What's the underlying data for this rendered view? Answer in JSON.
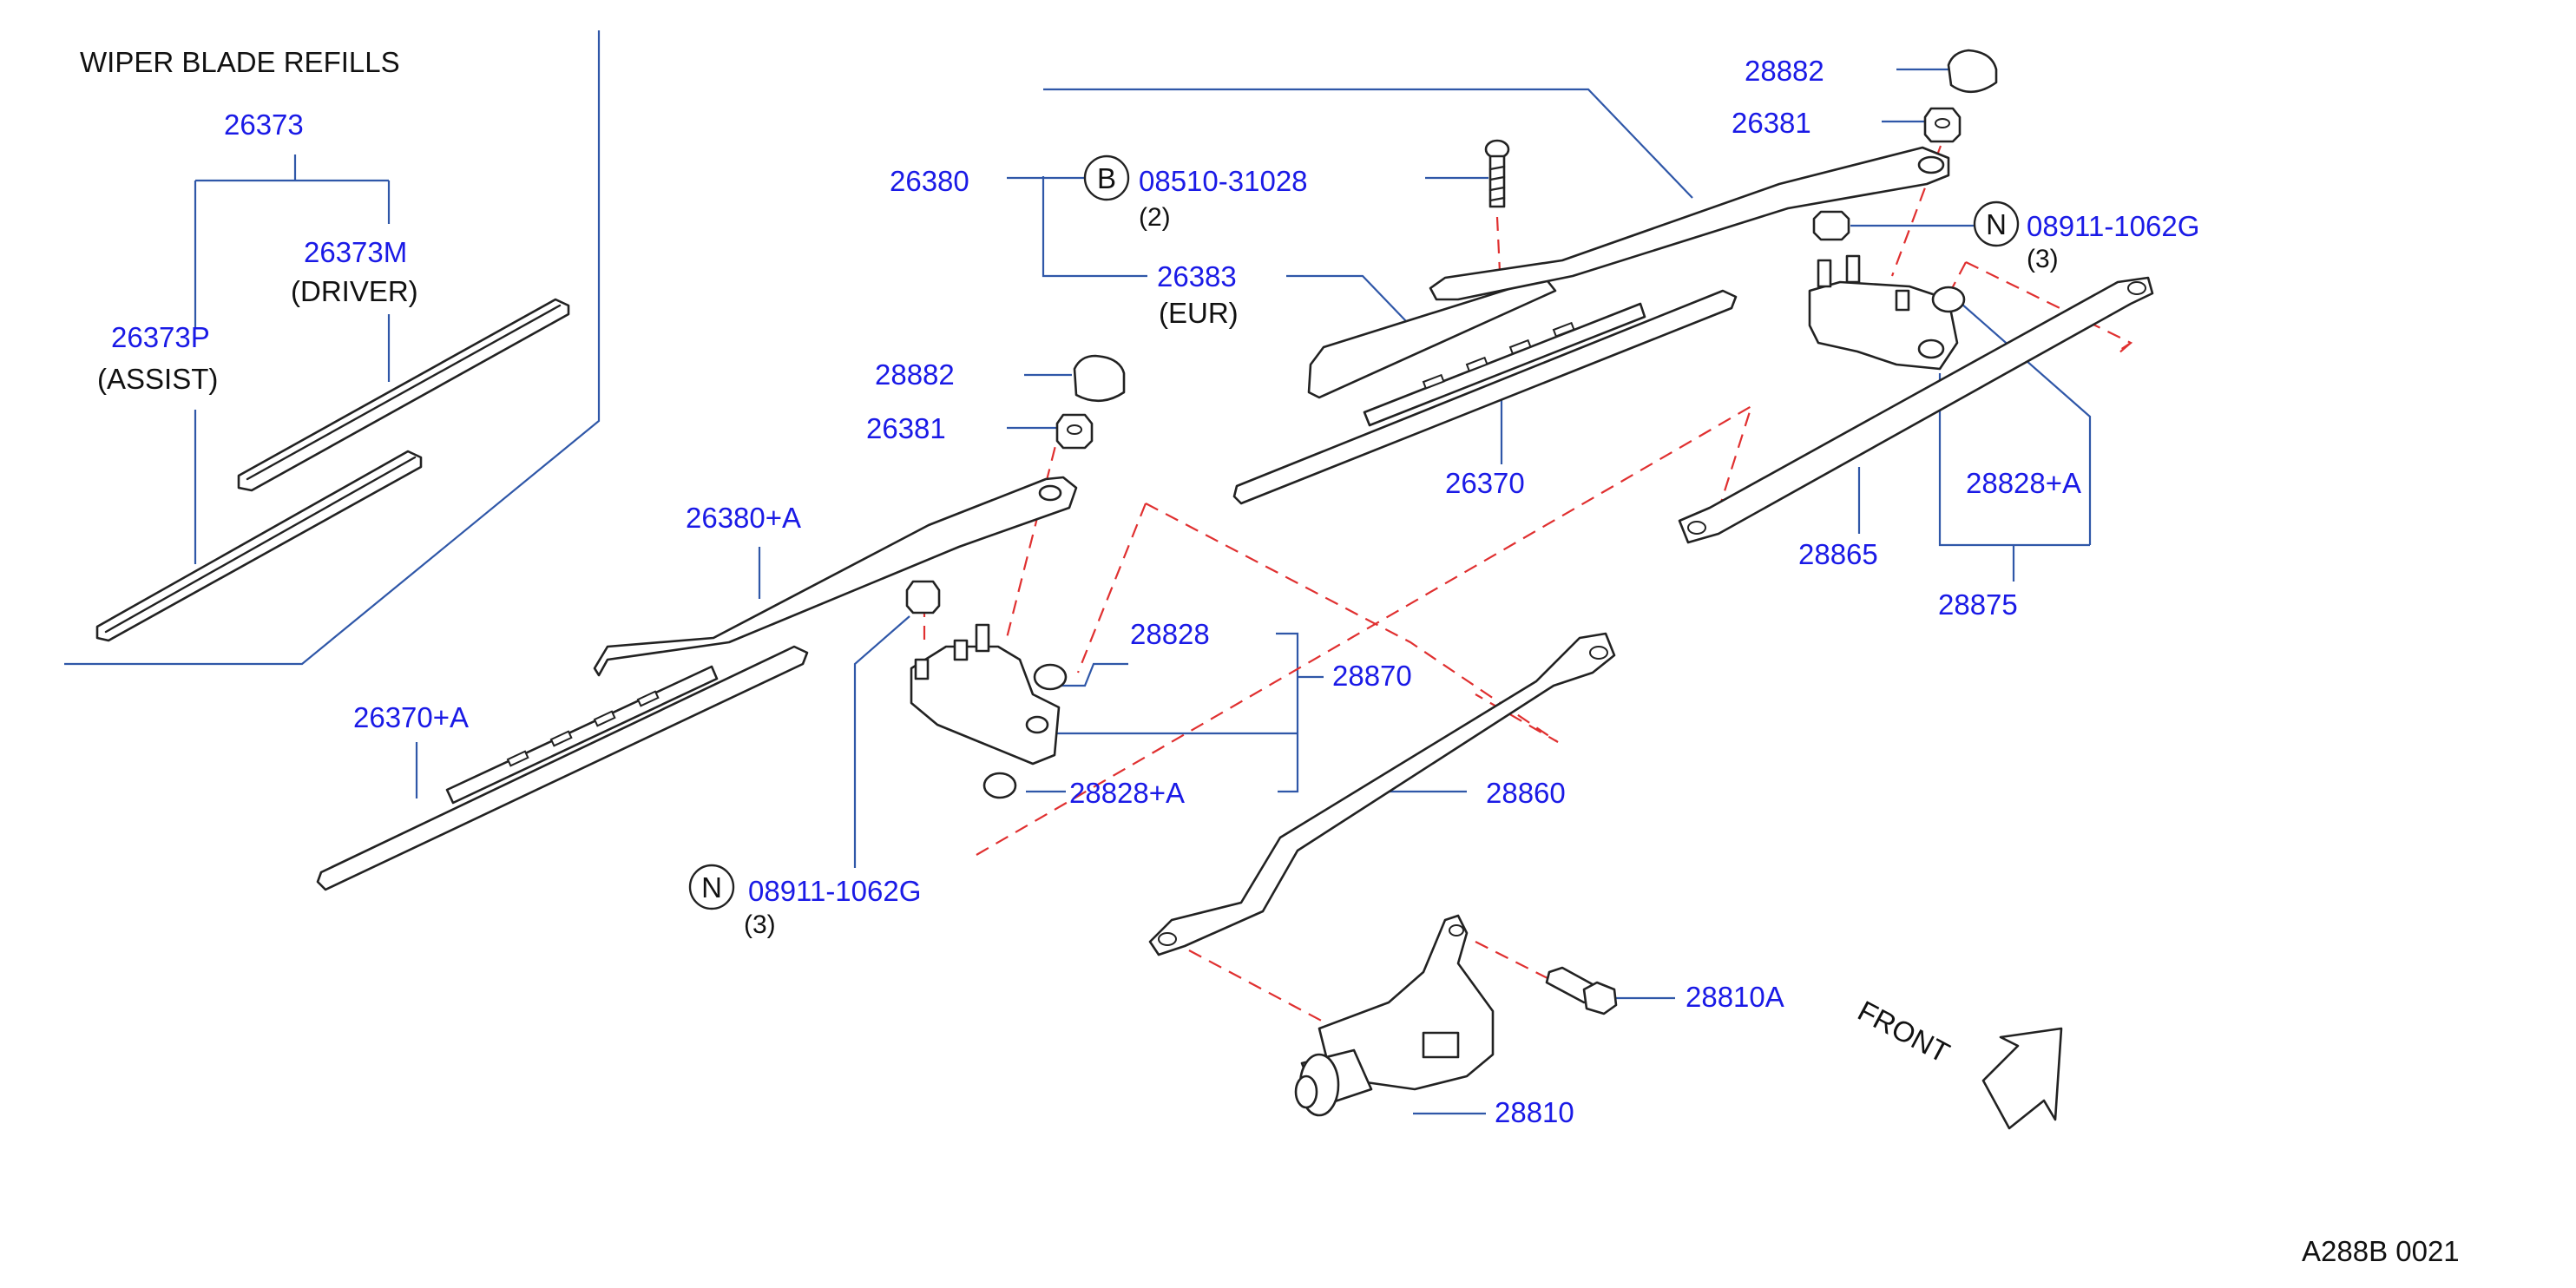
{
  "title": "WIPER   BLADE   REFILLS",
  "diagram_code": "A288B   0021",
  "direction_label": "FRONT",
  "part_numbers": {
    "refill_set": "26373",
    "refill_driver": "26373M",
    "refill_driver_note": "(DRIVER)",
    "refill_assist": "26373P",
    "refill_assist_note": "(ASSIST)",
    "cap_upper": "28882",
    "nut_upper": "26381",
    "arm_upper": "26380",
    "bolt": "08510-31028",
    "bolt_qty": "(2)",
    "spoiler": "26383",
    "spoiler_note": "(EUR)",
    "blade_upper": "26370",
    "nut_n_upper": "08911-1062G",
    "nut_n_upper_qty": "(3)",
    "bushing_upper": "28828+A",
    "link_upper": "28865",
    "pivot_upper": "28875",
    "cap_lower": "28882",
    "nut_lower": "26381",
    "arm_lower": "26380+A",
    "blade_lower": "26370+A",
    "bushing_lower": "28828",
    "pivot_lower": "28870",
    "bushing_lower_a": "28828+A",
    "link_lower": "28860",
    "nut_n_lower": "08911-1062G",
    "nut_n_lower_qty": "(3)",
    "motor_bolt": "28810A",
    "motor": "28810"
  },
  "symbols": {
    "bolt_symbol": "B",
    "nut_symbol_upper": "N",
    "nut_symbol_lower": "N"
  },
  "colors": {
    "part_number": "#1a1ae6",
    "leader_line": "#2f57a8",
    "dashed_line": "#e03030",
    "outline": "#222222"
  }
}
